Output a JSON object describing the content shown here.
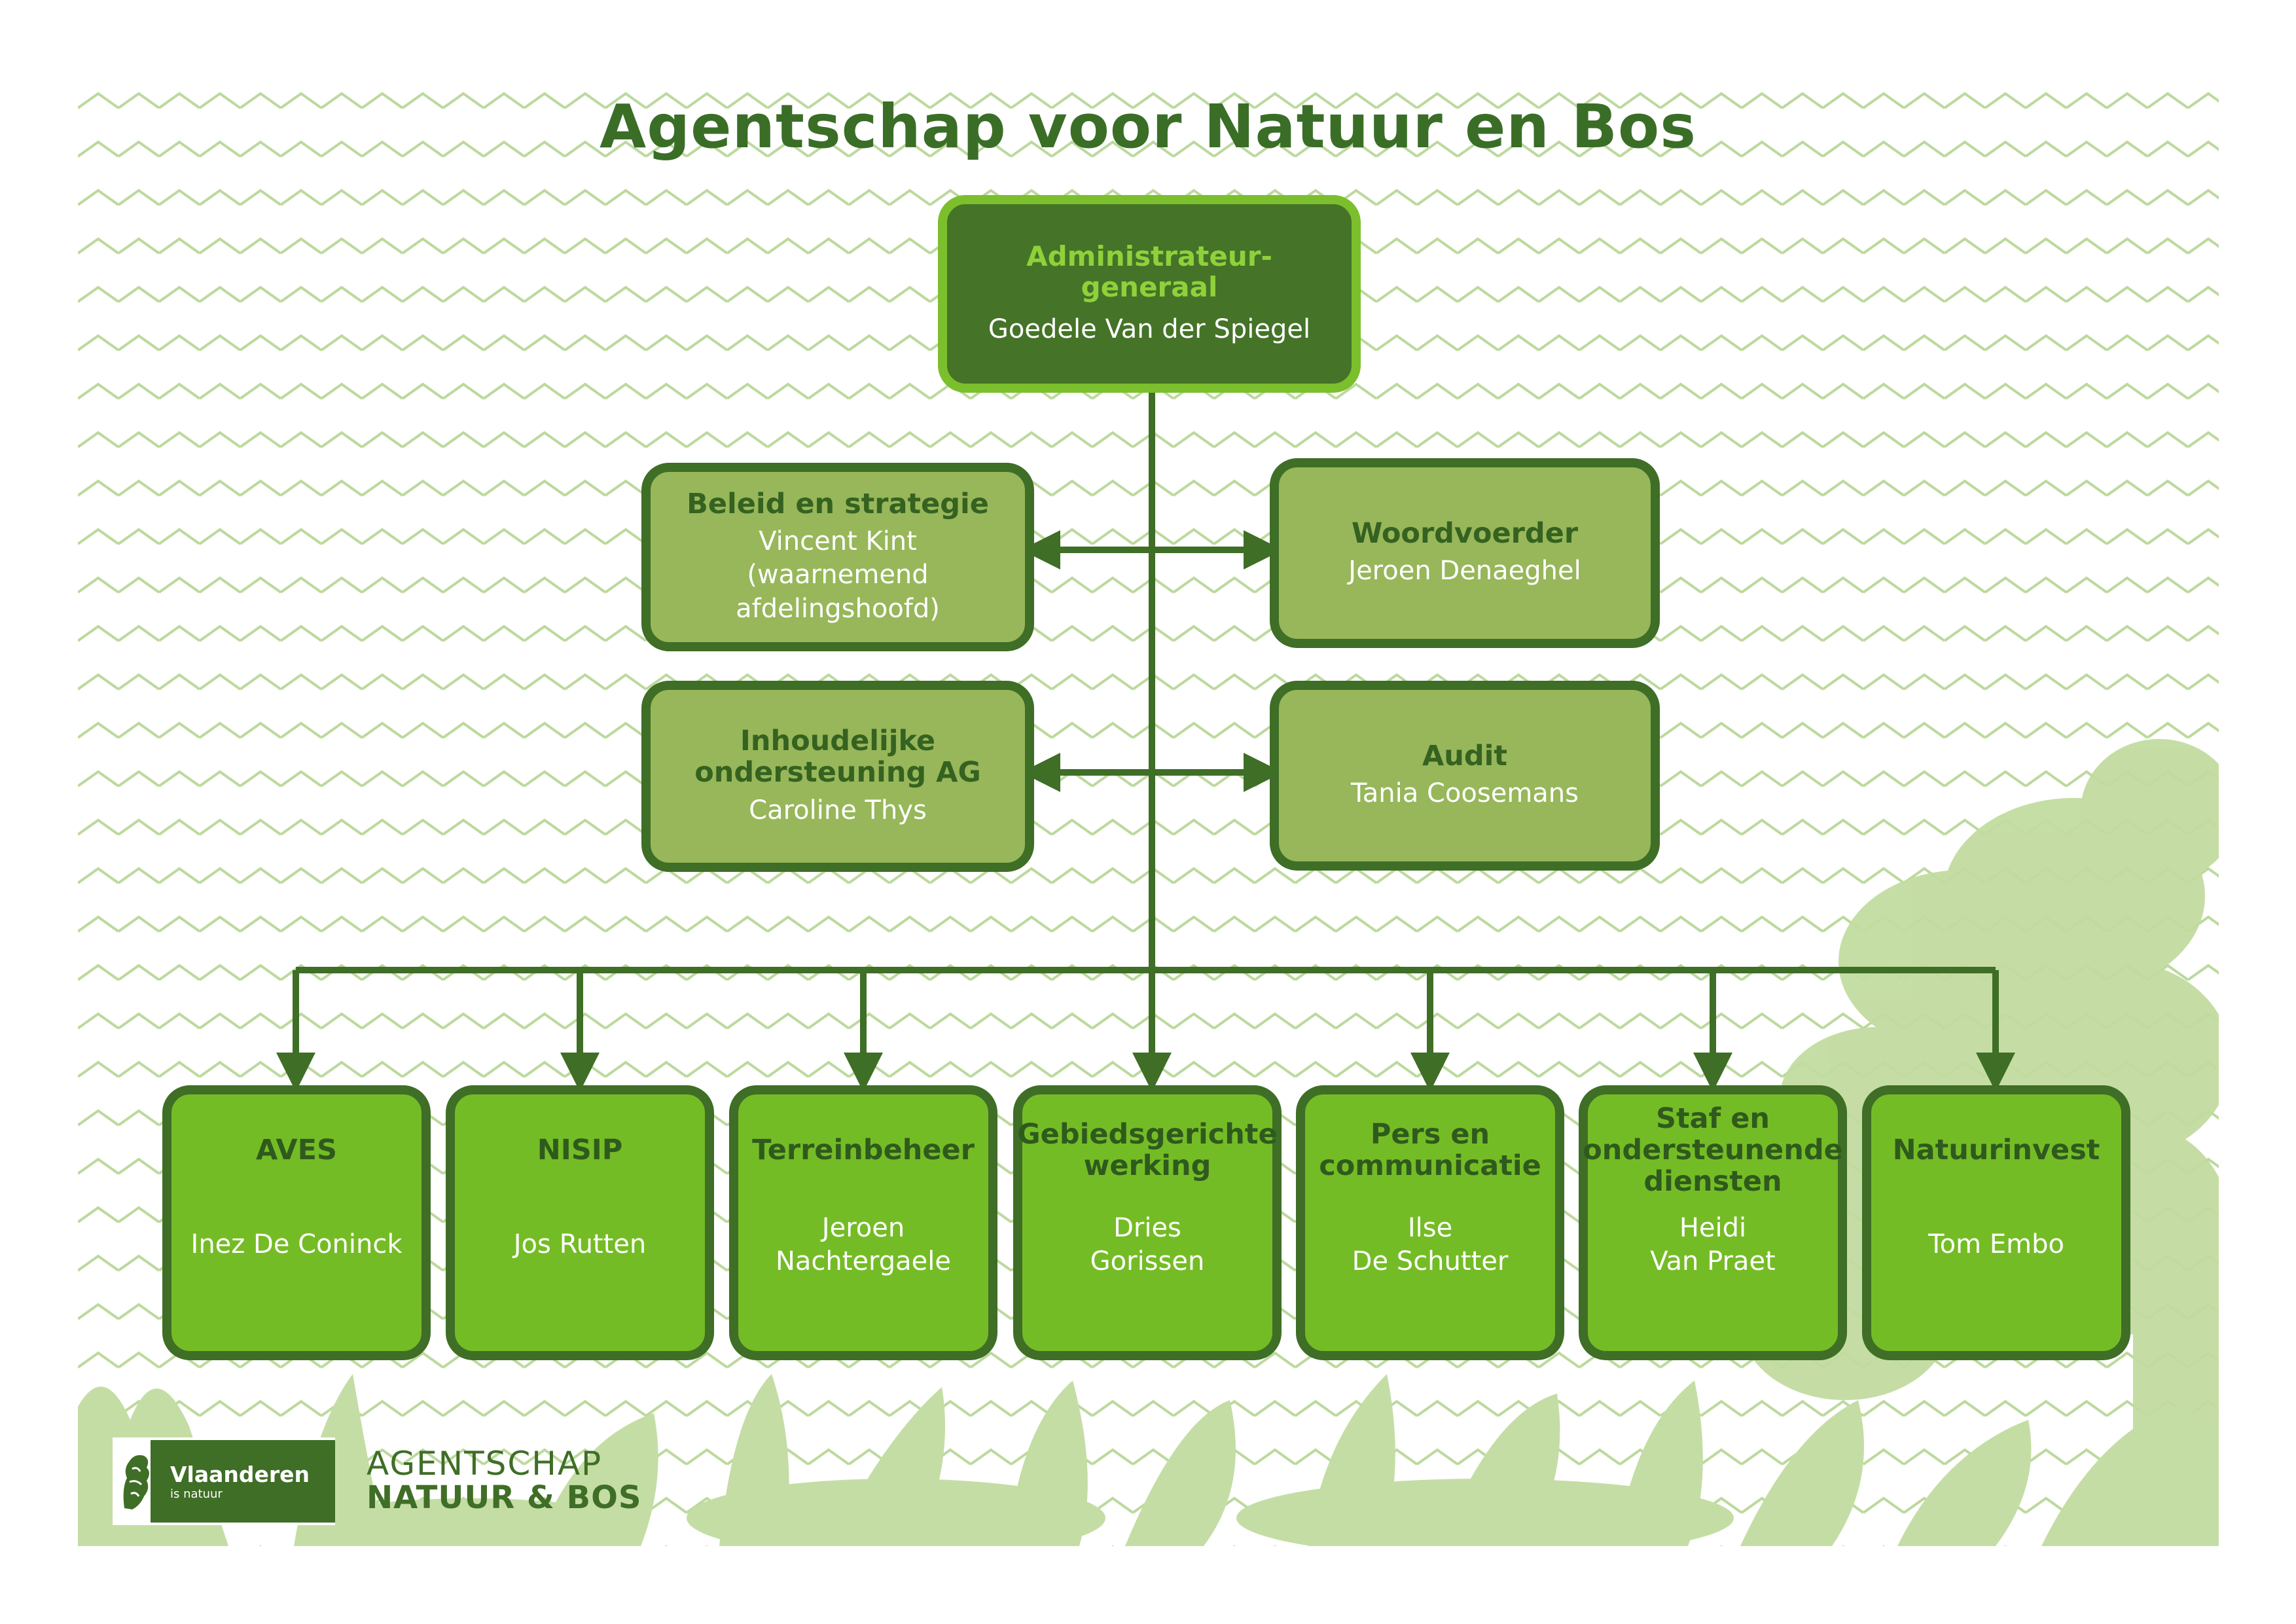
{
  "title": "Agentschap voor Natuur en Bos",
  "colors": {
    "dark_green": "#3f6e26",
    "bright_green": "#74bc25",
    "muted_green": "#97b75a",
    "light_green": "#7bbf2d",
    "pattern": "#bcd99d"
  },
  "top": {
    "title": "Administrateur-generaal",
    "person": "Goedele Van der Spiegel"
  },
  "staff": [
    {
      "title": "Beleid en strategie",
      "person": "Vincent Kint\n(waarnemend\nafdelingshoofd)"
    },
    {
      "title": "Woordvoerder",
      "person": "Jeroen Denaeghel"
    },
    {
      "title": "Inhoudelijke\nondersteuning AG",
      "person": "Caroline Thys"
    },
    {
      "title": "Audit",
      "person": "Tania Coosemans"
    }
  ],
  "departments": [
    {
      "title": "AVES",
      "person": "Inez De Coninck"
    },
    {
      "title": "NISIP",
      "person": "Jos Rutten"
    },
    {
      "title": "Terreinbeheer",
      "person": "Jeroen\nNachtergaele"
    },
    {
      "title": "Gebiedsgerichte\nwerking",
      "person": "Dries\nGorissen"
    },
    {
      "title": "Pers en\ncommunicatie",
      "person": "Ilse\nDe Schutter"
    },
    {
      "title": "Staf en\nondersteunende\ndiensten",
      "person": "Heidi\nVan Praet"
    },
    {
      "title": "Natuurinvest",
      "person": "Tom Embo"
    }
  ],
  "logo": {
    "line1": "Vlaanderen",
    "line2": "is natuur"
  },
  "agency": {
    "line1": "AGENTSCHAP",
    "line2": "NATUUR & BOS"
  }
}
